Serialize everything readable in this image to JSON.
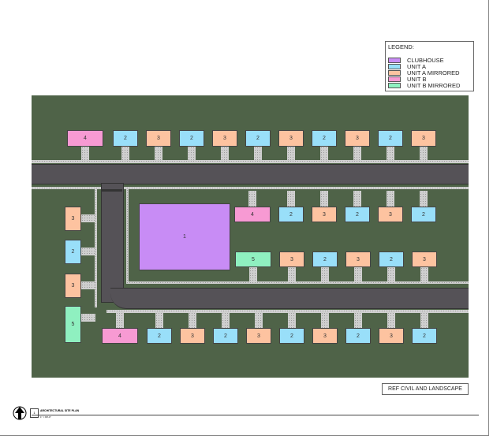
{
  "legend": {
    "title": "LEGEND:",
    "items": [
      {
        "label": "CLUBHOUSE",
        "color": "#c88cf5"
      },
      {
        "label": "UNIT A",
        "color": "#99dff9"
      },
      {
        "label": "UNIT A MIRRORED",
        "color": "#fdc3a0"
      },
      {
        "label": "UNIT B",
        "color": "#f79ad3"
      },
      {
        "label": "UNIT B MIRRORED",
        "color": "#8ff0c0"
      }
    ]
  },
  "type_colors": {
    "1": "#c88cf5",
    "2": "#99dff9",
    "3": "#fdc3a0",
    "4": "#f79ad3",
    "5": "#8ff0c0"
  },
  "site": {
    "top_row": [
      "4",
      "2",
      "3",
      "2",
      "3",
      "2",
      "3",
      "2",
      "3",
      "2",
      "3"
    ],
    "middle_upper_row": [
      "4",
      "2",
      "3",
      "2",
      "3",
      "2"
    ],
    "middle_lower_row": [
      "5",
      "3",
      "2",
      "3",
      "2",
      "3"
    ],
    "clubhouse": "1",
    "left_column": [
      "3",
      "2",
      "3",
      "5"
    ],
    "bottom_row": [
      "4",
      "2",
      "3",
      "2",
      "3",
      "2",
      "3",
      "2",
      "3",
      "2"
    ]
  },
  "ref_note": "REF CIVIL AND LANDSCAPE",
  "title_block": {
    "north": "N",
    "number": "1",
    "name": "ARCHITECTURAL SITE PLAN",
    "scale": "1\" = 80'-0\""
  }
}
